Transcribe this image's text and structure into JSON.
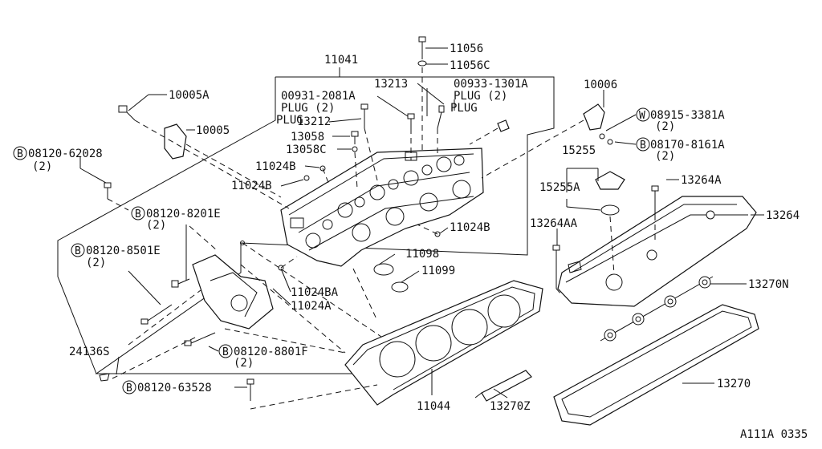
{
  "code": "A111A 0335",
  "labels": {
    "p11056": "11056",
    "p11056c": "11056C",
    "p11041": "11041",
    "p13213": "13213",
    "p00933": "00933-1301A",
    "p00933_plug": "PLUG (2)",
    "p00933_plug2": "PLUG",
    "p00931": "00931-2081A",
    "p00931_plug": "PLUG (2)",
    "p00931_plug2": "PLUG",
    "p13212": "13212",
    "p10005a": "10005A",
    "p10005": "10005",
    "p13058": "13058",
    "p13058c": "13058C",
    "p10006": "10006",
    "p08915": "08915-3381A",
    "p08915_q": "(2)",
    "p08170": "08170-8161A",
    "p08170_q": "(2)",
    "p15255": "15255",
    "p15255a": "15255A",
    "p13264a": "13264A",
    "p13264aa": "13264AA",
    "p13264": "13264",
    "p13270n": "13270N",
    "p13270": "13270",
    "p13270z": "13270Z",
    "p11044": "11044",
    "p08120_62028": "08120-62028",
    "p08120_62028_q": "(2)",
    "p11024b_1": "11024B",
    "p11024b_2": "11024B",
    "p11024b_3": "11024B",
    "p11098": "11098",
    "p11099": "11099",
    "p08120_8201e": "08120-8201E",
    "p08120_8201e_q": "(2)",
    "p08120_8501e": "08120-8501E",
    "p08120_8501e_q": "(2)",
    "p11024ba": "11024BA",
    "p11024a": "11024A",
    "p08120_8801f": "08120-8801F",
    "p08120_8801f_q": "(2)",
    "p24136s": "24136S",
    "p08120_63528": "08120-63528"
  },
  "markers": {
    "bolt": "B",
    "washer": "W"
  }
}
